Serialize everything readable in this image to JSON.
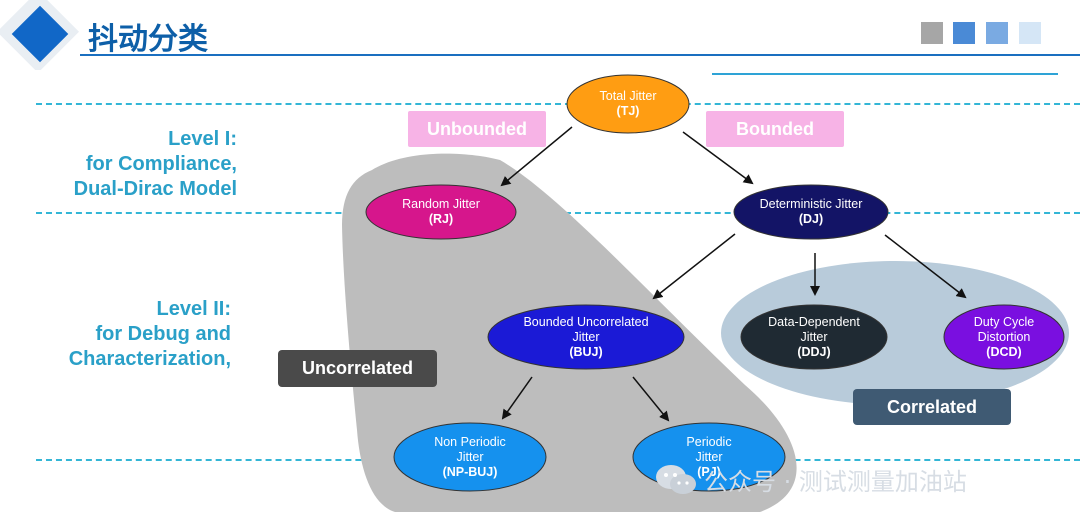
{
  "header": {
    "title": "抖动分类",
    "squares": [
      "#a6a6a6",
      "#4a8ad6",
      "#7aaae2",
      "#d5e6f6"
    ]
  },
  "levels": [
    {
      "lines": [
        "Level I:",
        "for Compliance,",
        "Dual-Dirac Model"
      ]
    },
    {
      "lines": [
        "Level II:",
        "for Debug and",
        "Characterization,"
      ]
    }
  ],
  "tags": {
    "unbounded": "Unbounded",
    "bounded": "Bounded",
    "uncorrelated": "Uncorrelated",
    "correlated": "Correlated"
  },
  "nodes": {
    "tj": {
      "line1": "Total Jitter",
      "line2": "",
      "abbr": "(TJ)",
      "color": "#ff9d12"
    },
    "rj": {
      "line1": "Random Jitter",
      "line2": "",
      "abbr": "(RJ)",
      "color": "#d6168c"
    },
    "dj": {
      "line1": "Deterministic Jitter",
      "line2": "",
      "abbr": "(DJ)",
      "color": "#131466"
    },
    "buj": {
      "line1": "Bounded Uncorrelated",
      "line2": "Jitter",
      "abbr": "(BUJ)",
      "color": "#1b1ad6"
    },
    "ddj": {
      "line1": "Data-Dependent",
      "line2": "Jitter",
      "abbr": "(DDJ)",
      "color": "#1f2a33"
    },
    "dcd": {
      "line1": "Duty Cycle",
      "line2": "Distortion",
      "abbr": "(DCD)",
      "color": "#7a0fe0"
    },
    "npbuj": {
      "line1": "Non Periodic",
      "line2": "Jitter",
      "abbr": "(NP-BUJ)",
      "color": "#1591ee"
    },
    "pj": {
      "line1": "Periodic",
      "line2": "Jitter",
      "abbr": "(PJ)",
      "color": "#1591ee"
    }
  },
  "regions": {
    "uncorrelated_color": "#bdbdbd",
    "correlated_color": "#b8cbda"
  },
  "watermark": "公众号 · 测试测量加油站"
}
